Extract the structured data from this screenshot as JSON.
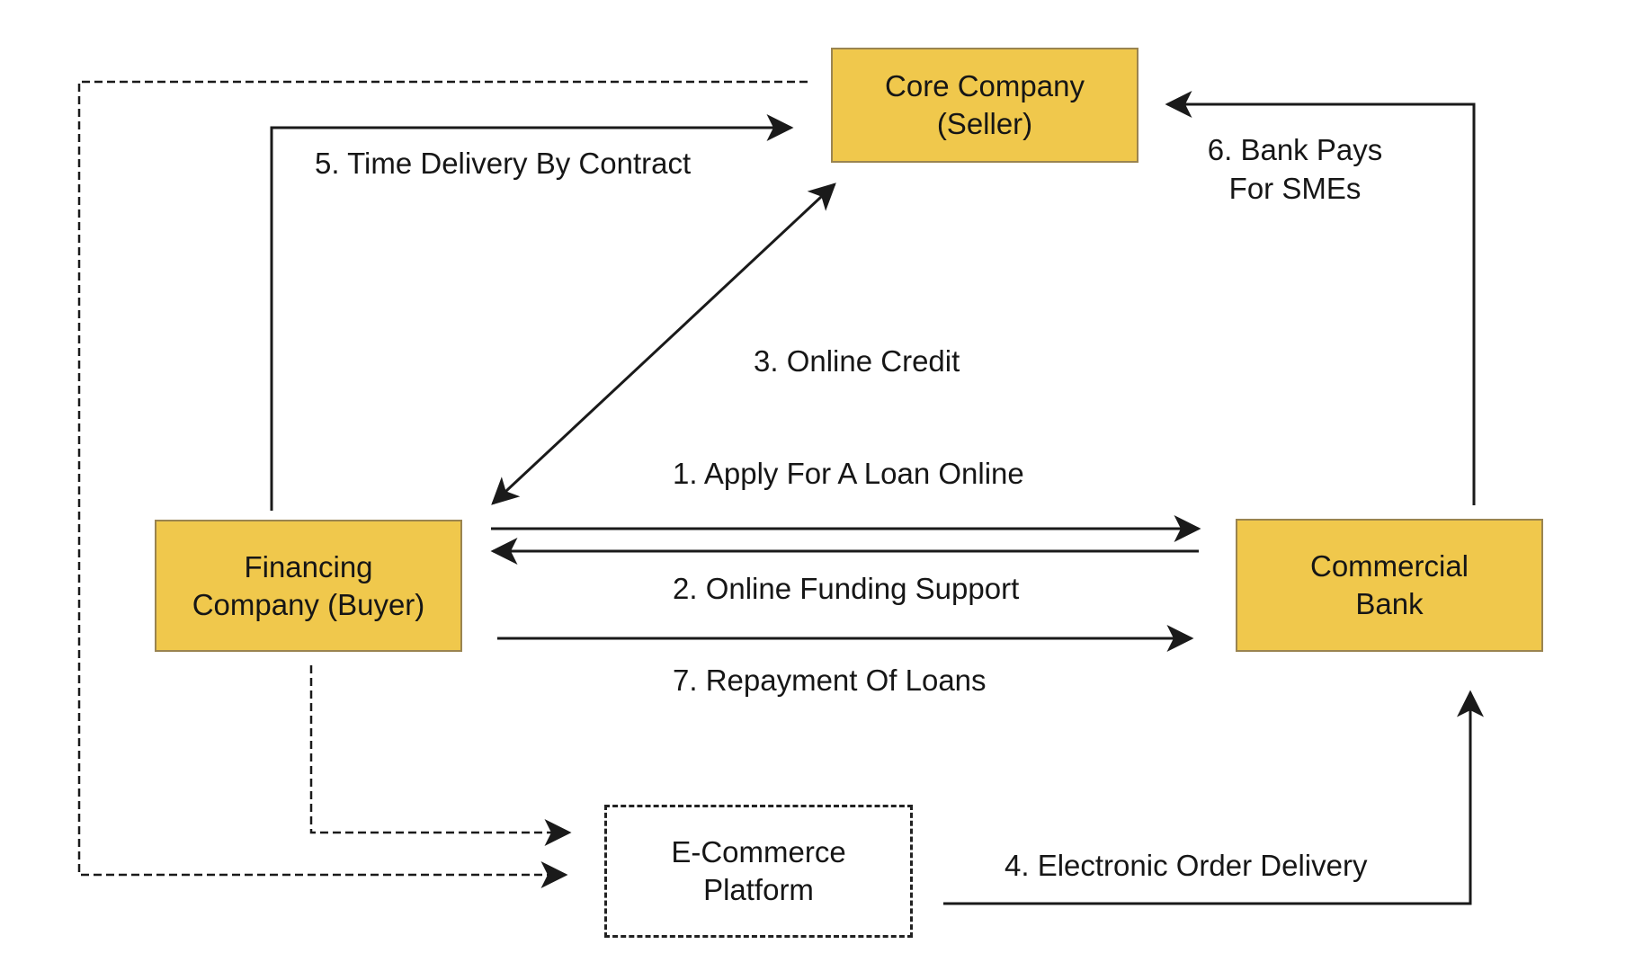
{
  "diagram": {
    "title": "",
    "colors": {
      "node_fill": "#F0C84C",
      "node_border": "#9A8450",
      "line": "#1a1a1a",
      "background": "#ffffff"
    },
    "nodes": {
      "core_company": {
        "line1": "Core Company",
        "line2": "(Seller)",
        "style": "solid"
      },
      "financing_company": {
        "line1": "Financing",
        "line2": "Company (Buyer)",
        "style": "solid"
      },
      "commercial_bank": {
        "line1": "Commercial",
        "line2": "Bank",
        "style": "solid"
      },
      "ecommerce_platform": {
        "line1": "E-Commerce",
        "line2": "Platform",
        "style": "dashed"
      }
    },
    "edges": [
      {
        "id": "e1",
        "label": "1. Apply For A Loan Online",
        "from": "Financing Company (Buyer)",
        "to": "Commercial Bank",
        "style": "solid"
      },
      {
        "id": "e2",
        "label": "2. Online Funding Support",
        "from": "Commercial Bank",
        "to": "Financing Company (Buyer)",
        "style": "solid"
      },
      {
        "id": "e3",
        "label": "3. Online Credit",
        "from": "Core Company (Seller)",
        "to": "Financing Company (Buyer)",
        "style": "solid",
        "bidirectional": true
      },
      {
        "id": "e4",
        "label": "4. Electronic Order Delivery",
        "from": "E-Commerce Platform",
        "to": "Commercial Bank",
        "style": "solid"
      },
      {
        "id": "e5",
        "label": "5. Time Delivery By Contract",
        "from": "Financing Company (Buyer)",
        "to": "Core Company (Seller)",
        "style": "solid"
      },
      {
        "id": "e6",
        "label_line1": "6. Bank Pays",
        "label_line2": "For SMEs",
        "from": "Commercial Bank",
        "to": "Core Company (Seller)",
        "style": "solid"
      },
      {
        "id": "e7",
        "label": "7. Repayment Of Loans",
        "from": "Financing Company (Buyer)",
        "to": "Commercial Bank",
        "style": "solid"
      },
      {
        "id": "d1",
        "label": "",
        "from": "Financing Company (Buyer)",
        "to": "E-Commerce Platform",
        "style": "dashed"
      },
      {
        "id": "d2",
        "label": "",
        "from": "Core Company (Seller)",
        "to": "E-Commerce Platform",
        "style": "dashed"
      }
    ]
  }
}
